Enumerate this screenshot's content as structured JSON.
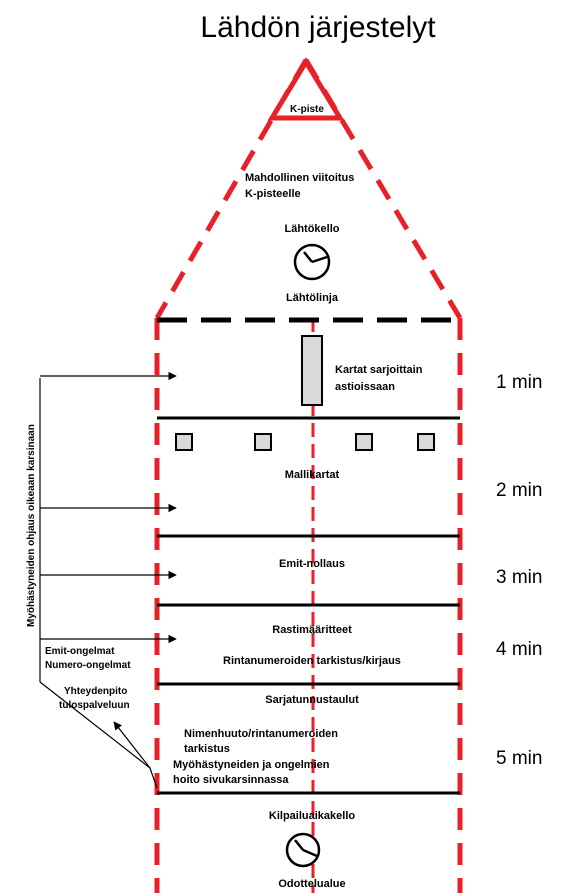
{
  "title": "Lähdön järjestelyt",
  "labels": {
    "k_piste": "K-piste",
    "viitoitus_1": "Mahdollinen viitoitus",
    "viitoitus_2": "K-pisteelle",
    "lahtokello": "Lähtökello",
    "lahtolinja": "Lähtölinja",
    "kartat_1": "Kartat sarjoittain",
    "kartat_2": "astioissaan",
    "mallikartat": "Mallikartat",
    "emit_nollaus": "Emit-nollaus",
    "rastimaaritteet": "Rastimääritteet",
    "rintanumerot": "Rintanumeroiden  tarkistus/kirjaus",
    "sarjatunnustaulut": "Sarjatunnustaulut",
    "nimenhuuto_1": "Nimenhuuto/rintanumeroiden",
    "nimenhuuto_2": "tarkistus",
    "myohastyneet_1": "Myöhästyneiden ja ongelmien",
    "myohastyneet_2": "hoito sivukarsinnassa",
    "kilpailuaikakello": "Kilpailuaikakello",
    "odottelualue": "Odottelualue",
    "emit_ongelmat": "Emit-ongelmat",
    "numero_ongelmat": "Numero-ongelmat",
    "yhteydenpito": "Yhteydenpito",
    "tulospalvelu": "tulospalveluun",
    "side_vertical": "Myöhästyneiden ohjaus oikeaan karsinaan"
  },
  "minutes": [
    "1 min",
    "2 min",
    "3 min",
    "4 min",
    "5 min"
  ],
  "icons": [
    "clock-icon",
    "map-box-icon",
    "arrow-icon"
  ],
  "colors": {
    "red": "#e8202a",
    "box_fill": "#d9d9d9",
    "black": "#000000"
  }
}
